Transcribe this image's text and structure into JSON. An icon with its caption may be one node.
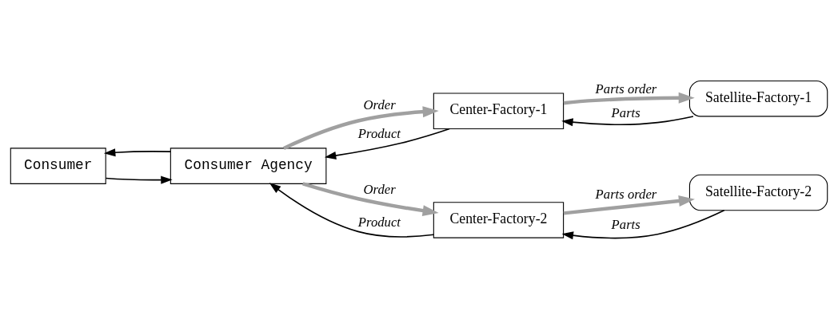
{
  "diagram": {
    "nodes": [
      {
        "text": [
          "Consumer"
        ]
      },
      {
        "text": [
          "Consumer Agency"
        ]
      },
      {
        "text": [
          "Center-Factory-1"
        ]
      },
      {
        "text": [
          "Satellite-Factory-1"
        ]
      },
      {
        "text": [
          "Center-Factory-2"
        ]
      },
      {
        "text": [
          "Satellite-Factory-2"
        ]
      }
    ],
    "edges": [
      {
        "from": 0,
        "to": 1,
        "arrow": "to"
      },
      {
        "from": 1,
        "to": 0,
        "arrow": "to"
      },
      {
        "from": 1,
        "to": 2,
        "arrow": "to",
        "label": "Order",
        "color": "#a0a0a0",
        "style": "thick"
      },
      {
        "from": 2,
        "to": 1,
        "arrow": "to",
        "label": "Product"
      },
      {
        "from": 2,
        "to": 3,
        "arrow": "to",
        "label": "Parts order",
        "color": "#a0a0a0",
        "style": "thick"
      },
      {
        "from": 3,
        "to": 2,
        "arrow": "to",
        "label": "Parts"
      },
      {
        "from": 1,
        "to": 4,
        "arrow": "to",
        "label": "Order",
        "color": "#a0a0a0",
        "style": "thick"
      },
      {
        "from": 4,
        "to": 1,
        "arrow": "to",
        "label": "Product"
      },
      {
        "from": 4,
        "to": 5,
        "arrow": "to",
        "label": "Parts order",
        "color": "#a0a0a0",
        "style": "thick"
      },
      {
        "from": 5,
        "to": 4,
        "arrow": "to",
        "label": "Parts"
      }
    ]
  }
}
